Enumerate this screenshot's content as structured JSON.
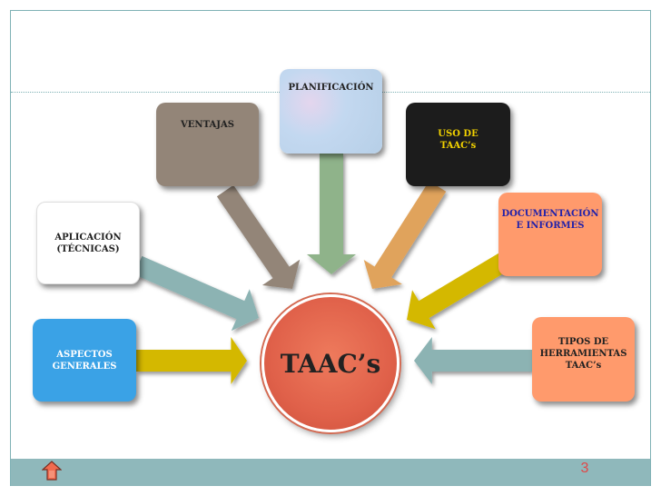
{
  "center": {
    "label": "TAAC’s"
  },
  "nodes": [
    {
      "id": "aspectos",
      "label": "ASPECTOS\nGENERALES",
      "fill": "#3aa2e6",
      "text_color": "#ffffff",
      "arrow_color": "#d4b800"
    },
    {
      "id": "aplicacion",
      "label": "APLICACIÓN\n(TÉCNICAS)",
      "fill": "#ffffff",
      "text_color": "#222222",
      "arrow_color": "#8cb3b3"
    },
    {
      "id": "ventajas",
      "label": "VENTAJAS",
      "fill": "#938578",
      "text_color": "#222222",
      "arrow_color": "#938578"
    },
    {
      "id": "planificacion",
      "label": "PLANIFICACIÓN",
      "fill": "#c6d7ec",
      "text_color": "#222222",
      "arrow_color": "#8fb38a"
    },
    {
      "id": "uso",
      "label": "USO DE\nTAAC’s",
      "fill": "#1c1c1c",
      "text_color": "#f2d200",
      "arrow_color": "#e0a35b"
    },
    {
      "id": "documentacion",
      "label": "DOCUMENTACIÓN\nE INFORMES",
      "fill": "#ff9a6c",
      "text_color": "#2222aa",
      "arrow_color": "#d4b800"
    },
    {
      "id": "tipos",
      "label": "TIPOS DE\nHERRAMIENTAS\nTAAC’s",
      "fill": "#ff9a6c",
      "text_color": "#222222",
      "arrow_color": "#8cb3b3"
    }
  ],
  "footer": {
    "page_number": "3"
  },
  "colors": {
    "frame": "#7fb1b5",
    "footer_bar": "#8fb8bb",
    "page_number": "#e04848",
    "hub": "#e0614a"
  }
}
